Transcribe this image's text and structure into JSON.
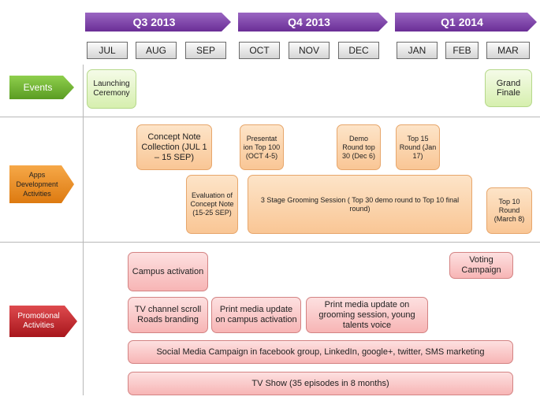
{
  "timeline": {
    "quarters": [
      {
        "label": "Q3 2013"
      },
      {
        "label": "Q4 2013"
      },
      {
        "label": "Q1 2014"
      }
    ],
    "months": [
      "JUL",
      "AUG",
      "SEP",
      "OCT",
      "NOV",
      "DEC",
      "JAN",
      "FEB",
      "MAR"
    ]
  },
  "categories": {
    "events": "Events",
    "apps": "Apps Development Activities",
    "promo": "Promotional Activities"
  },
  "colors": {
    "quarter": "#7b3fa8",
    "events": "#6fb32e",
    "apps": "#e98a1f",
    "promo": "#c0262c"
  },
  "events": {
    "launching": "Launching Ceremony",
    "grand_finale": "Grand Finale"
  },
  "apps": {
    "concept_note": "Concept Note Collection (JUL 1 – 15 SEP)",
    "presentation": "Presentat ion Top 100 (OCT 4-5)",
    "demo_round": "Demo Round top 30 (Dec 6)",
    "top15": "Top 15 Round (Jan 17)",
    "evaluation": "Evaluation of Concept Note (15-25 SEP)",
    "grooming": "3 Stage Grooming Session ( Top 30 demo round to Top 10 final round)",
    "top10": "Top 10 Round (March 8)"
  },
  "promo": {
    "campus": "Campus activation",
    "voting": "Voting Campaign",
    "tv_scroll": "TV channel scroll Roads branding",
    "print_campus": "Print media update on campus activation",
    "print_grooming": "Print media update on grooming session, young talents voice",
    "social": "Social Media Campaign in facebook group, LinkedIn, google+, twitter, SMS marketing",
    "tv_show": "TV Show (35 episodes in 8 months)"
  }
}
